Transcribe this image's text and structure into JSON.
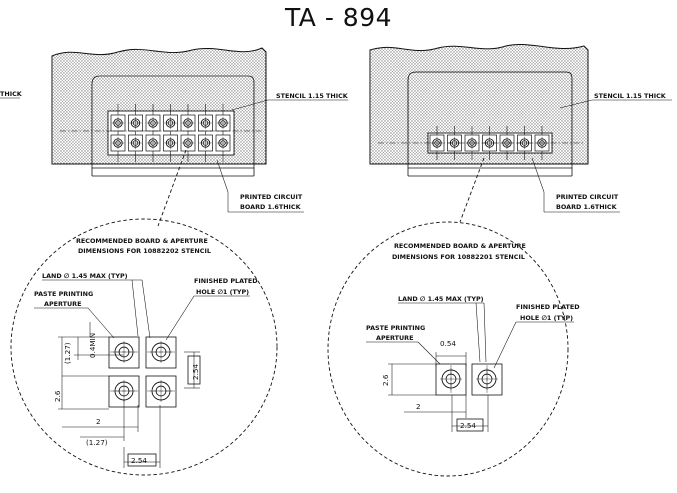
{
  "title": "TA - 894",
  "left": {
    "stencil_label": "STENCIL 1.15 THICK",
    "pcb_label_line1": "PRINTED CIRCUIT",
    "pcb_label_line2": "BOARD 1.6THICK",
    "edge_label": "THICK",
    "detail_title_line1": "RECOMMENDED BOARD & APERTURE",
    "detail_title_line2": "DIMENSIONS FOR 10882202 STENCIL",
    "land_label": "LAND ∅ 1.45 MAX (TYP)",
    "paste_label_line1": "PASTE PRINTING",
    "paste_label_line2": "APERTURE",
    "hole_label_line1": "FINISHED PLATED",
    "hole_label_line2": "HOLE ∅1 (TYP)",
    "dims": {
      "d_127_top": "(1.27)",
      "d_04min": "0.4MIN",
      "d_26": "2.6",
      "d_254_right": "2.54",
      "d_2": "2",
      "d_127_bottom": "(1.27)",
      "d_254_bottom": "2.54"
    }
  },
  "right": {
    "stencil_label": "STENCIL 1.15 THICK",
    "pcb_label_line1": "PRINTED CIRCUIT",
    "pcb_label_line2": "BOARD 1.6THICK",
    "detail_title_line1": "RECOMMENDED BOARD & APERTURE",
    "detail_title_line2": "DIMENSIONS FOR 10882201 STENCIL",
    "land_label": "LAND ∅ 1.45 MAX (TYP)",
    "paste_label_line1": "PASTE PRINTING",
    "paste_label_line2": "APERTURE",
    "hole_label_line1": "FINISHED PLATED",
    "hole_label_line2": "HOLE ∅1 (TYP)",
    "dims": {
      "d_054": "0.54",
      "d_26": "2.6",
      "d_2": "2",
      "d_254": "2.54"
    }
  }
}
